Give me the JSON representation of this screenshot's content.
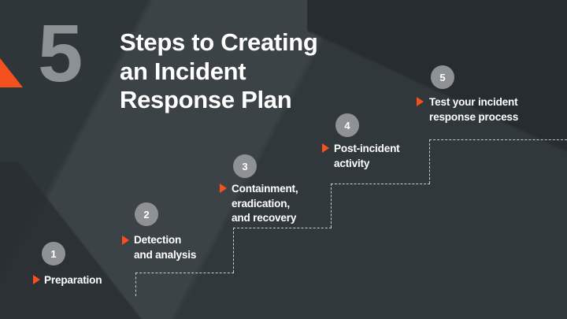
{
  "slide": {
    "background_color": "#343b3e",
    "accent_color": "#f4511e",
    "badge_color": "#8e9295",
    "text_color": "#ffffff",
    "big_number": "5",
    "title": "Steps to Creating an Incident Response Plan",
    "title_line_1": "Steps to Creating",
    "title_line_2": "an Incident",
    "title_line_3": "Response Plan"
  },
  "steps": [
    {
      "number": "1",
      "label": "Preparation"
    },
    {
      "number": "2",
      "label": "Detection\nand analysis"
    },
    {
      "number": "3",
      "label": "Containment,\neradication,\nand recovery"
    },
    {
      "number": "4",
      "label": "Post-incident\nactivity"
    },
    {
      "number": "5",
      "label": "Test your incident\nresponse process"
    }
  ]
}
